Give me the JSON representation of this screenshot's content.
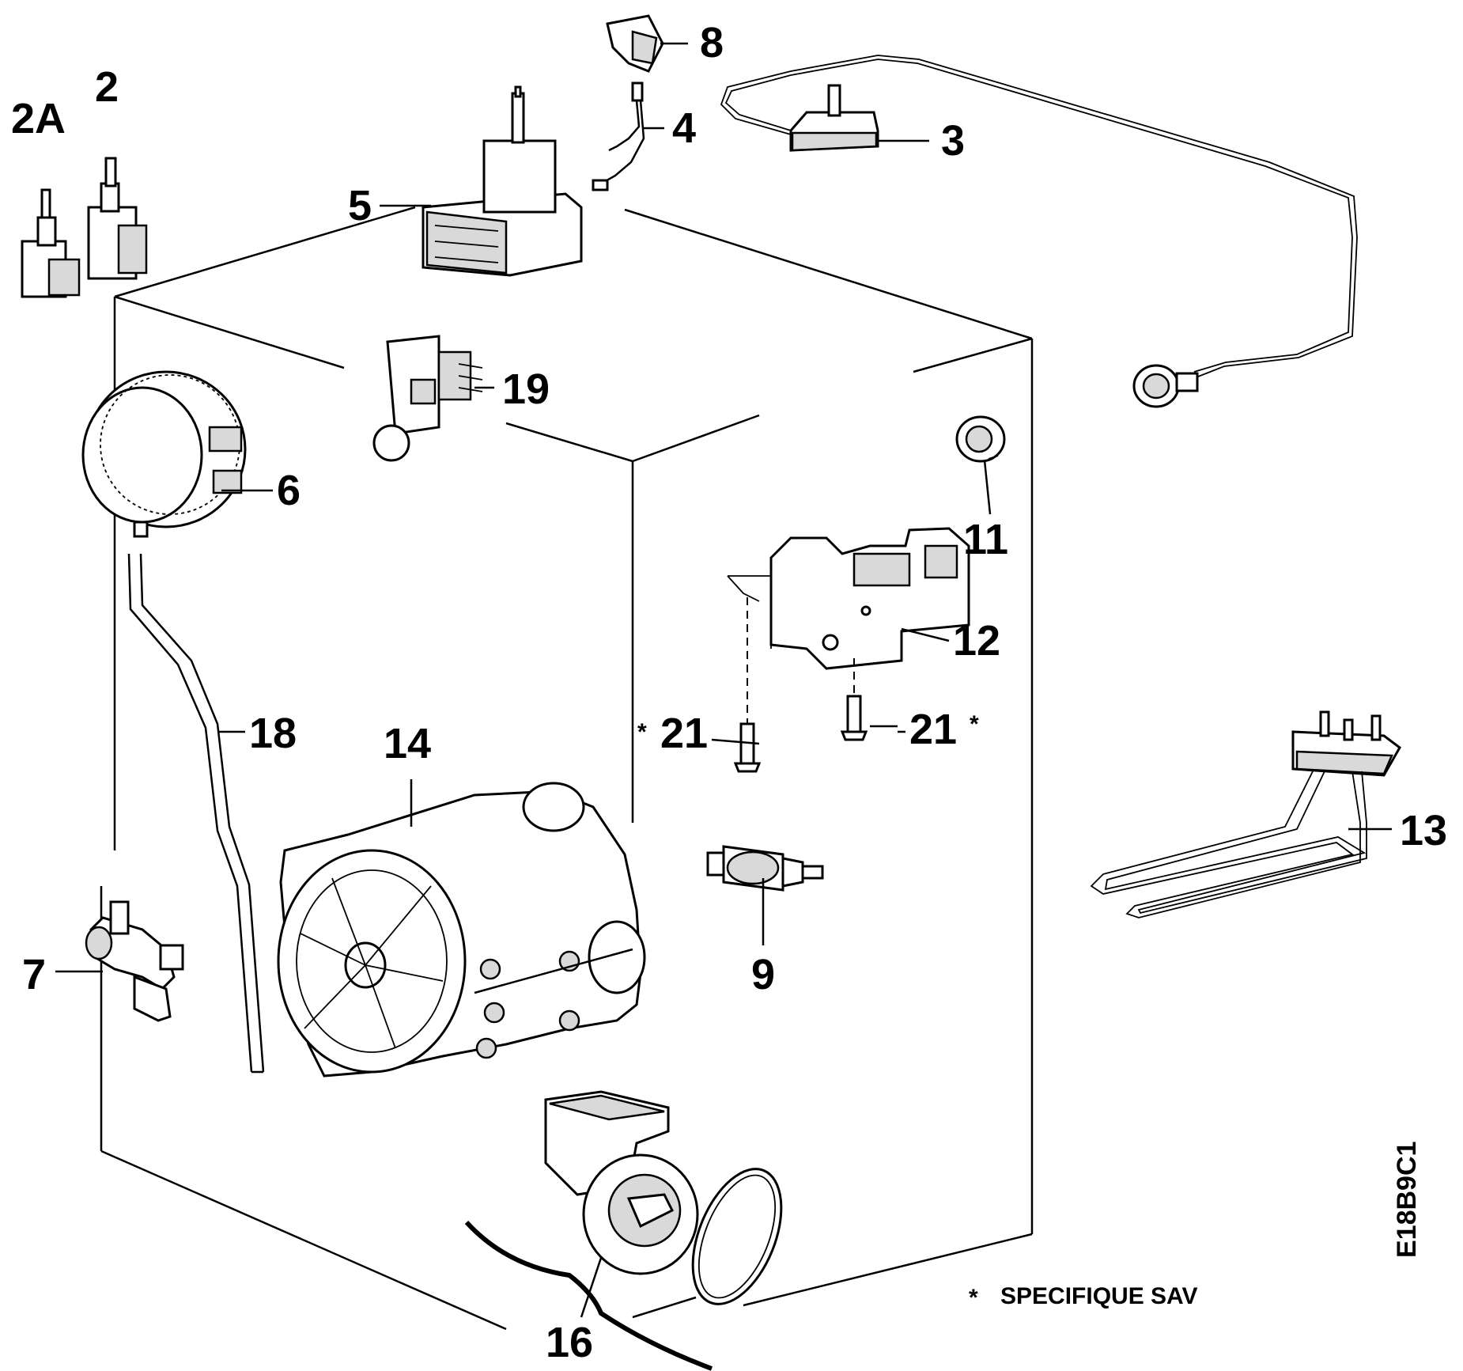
{
  "callouts": {
    "c2A": "2A",
    "c2": "2",
    "c8": "8",
    "c4": "4",
    "c3": "3",
    "c5": "5",
    "c19": "19",
    "c6": "6",
    "c11": "11",
    "c12": "12",
    "c18": "18",
    "c14": "14",
    "c21a": "21",
    "c21b": "21",
    "c13": "13",
    "c7": "7",
    "c9": "9",
    "c16": "16"
  },
  "footnote": {
    "marker": "*",
    "text": "SPECIFIQUE SAV"
  },
  "drawing_code": "E18B9C1"
}
